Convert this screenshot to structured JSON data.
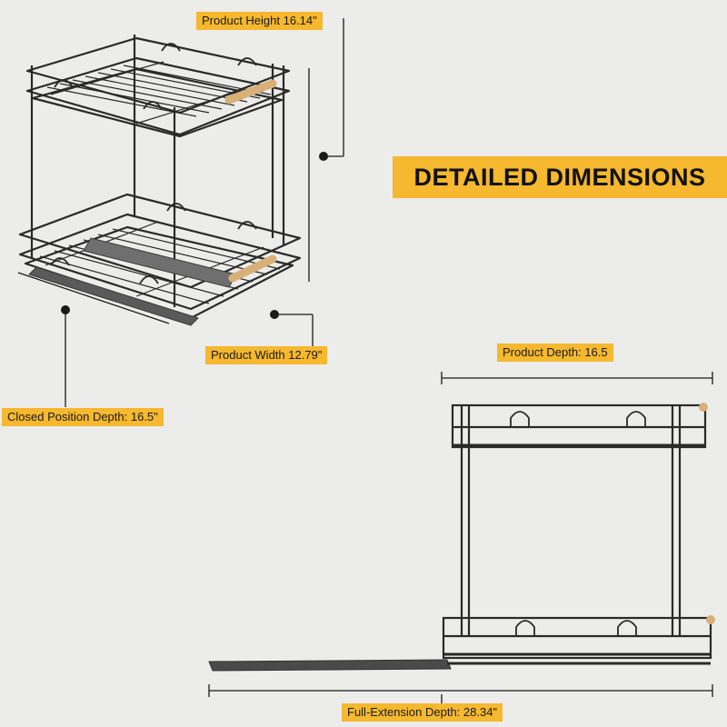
{
  "title": "DETAILED DIMENSIONS",
  "labels": {
    "product_height": "Product Height 16.14\"",
    "product_width": "Product Width 12.79\"",
    "closed_depth": "Closed Position Depth: 16.5\"",
    "product_depth": "Product Depth: 16.5",
    "full_extension_depth": "Full-Extension Depth: 28.34\""
  },
  "colors": {
    "background": "#ececea",
    "label_fill": "#f5b82e",
    "frame": "#2a2a2a",
    "handle": "#d8b078"
  }
}
